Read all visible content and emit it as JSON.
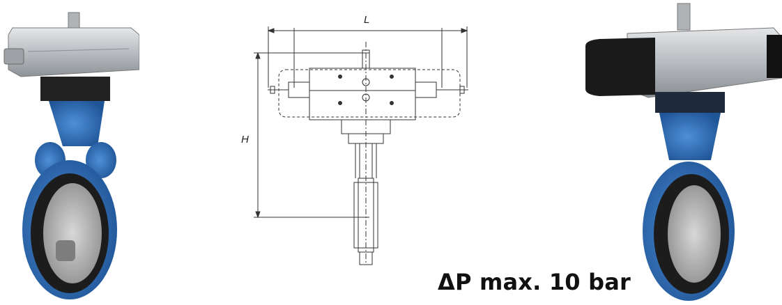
{
  "drawing": {
    "dim_length": "L",
    "dim_height": "H"
  },
  "pressure_rating": "ΔP max. 10 bar",
  "colors": {
    "valve_body": "#2f6fb5",
    "actuator_aluminium": "#c9ccd0",
    "actuator_end_cap_right": "#1a1a1a",
    "seat_liner": "#1c1c1c",
    "disc": "#b8b8b8",
    "drawing_line": "#333333"
  }
}
